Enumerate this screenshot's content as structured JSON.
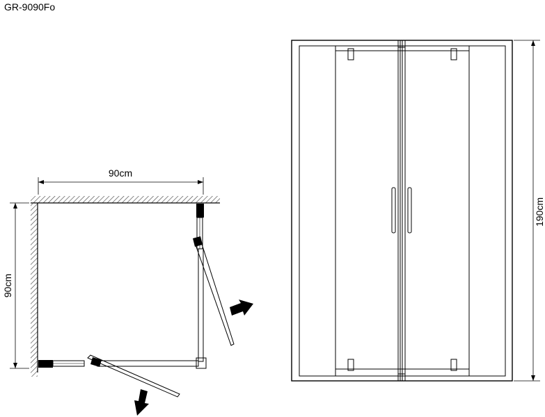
{
  "title": "GR-9090Fo",
  "plan": {
    "width_label": "90cm",
    "depth_label": "90cm"
  },
  "elevation": {
    "height_label": "190cm"
  },
  "colors": {
    "line": "#000000",
    "hatch": "#666666",
    "hinge": "#000000"
  }
}
